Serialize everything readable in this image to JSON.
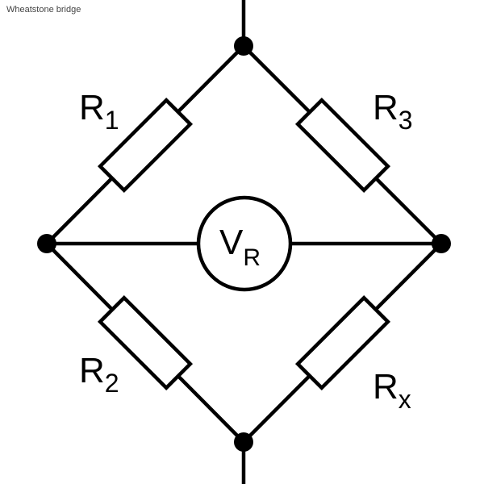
{
  "diagram": {
    "title": "Wheatstone bridge",
    "components": {
      "r1": {
        "symbol": "R",
        "subscript": "1"
      },
      "r2": {
        "symbol": "R",
        "subscript": "2"
      },
      "r3": {
        "symbol": "R",
        "subscript": "3"
      },
      "rx": {
        "symbol": "R",
        "subscript": "x"
      },
      "meter": {
        "symbol": "V",
        "subscript": "R"
      }
    },
    "colors": {
      "line": "#000000",
      "background": "#ffffff"
    }
  }
}
